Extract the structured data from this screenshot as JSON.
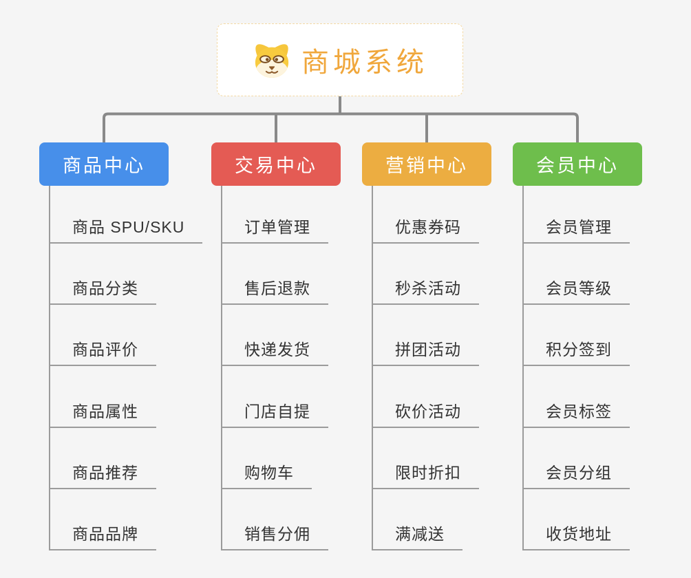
{
  "root": {
    "label": "商城系统",
    "icon": "dog-face"
  },
  "branches": [
    {
      "label": "商品中心",
      "color": "#478fea",
      "items": [
        "商品 SPU/SKU",
        "商品分类",
        "商品评价",
        "商品属性",
        "商品推荐",
        "商品品牌"
      ]
    },
    {
      "label": "交易中心",
      "color": "#e45b54",
      "items": [
        "订单管理",
        "售后退款",
        "快递发货",
        "门店自提",
        "购物车",
        "销售分佣"
      ]
    },
    {
      "label": "营销中心",
      "color": "#ecad41",
      "items": [
        "优惠券码",
        "秒杀活动",
        "拼团活动",
        "砍价活动",
        "限时折扣",
        "满减送"
      ]
    },
    {
      "label": "会员中心",
      "color": "#6ebe4c",
      "items": [
        "会员管理",
        "会员等级",
        "积分签到",
        "会员标签",
        "会员分组",
        "收货地址"
      ]
    }
  ],
  "colors": {
    "background": "#f5f5f5",
    "root_text": "#f0a73c",
    "root_border": "#f3d9a4",
    "connector_thick": "#898989",
    "connector_thin": "#9b9b9b",
    "leaf_text": "#333333"
  }
}
